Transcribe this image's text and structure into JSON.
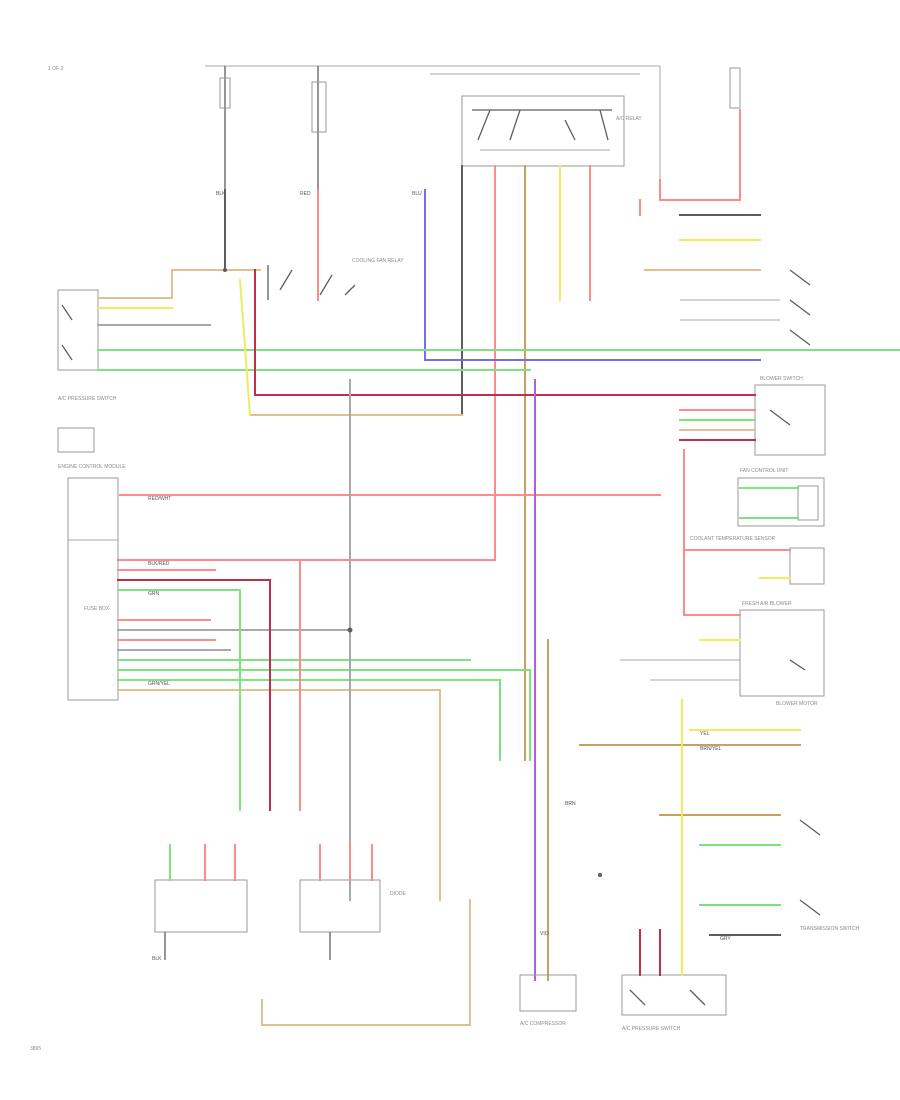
{
  "diagram": {
    "page_ref": "1 OF 2",
    "figure_code": "3895",
    "components": {
      "ac_pressure_switch": "A/C PRESSURE SWITCH",
      "ac_compressor": "A/C COMPRESSOR",
      "ac_relay": "A/C RELAY",
      "fuse_box": "FUSE BOX",
      "engine_control_module": "ENGINE CONTROL MODULE",
      "cooling_fan_relay": "COOLING FAN RELAY",
      "fan_control_unit": "FAN CONTROL UNIT",
      "fresh_air_blower": "FRESH AIR BLOWER",
      "blower_motor": "BLOWER MOTOR",
      "temperature_sensor": "COOLANT TEMPERATURE SENSOR",
      "transmission_switch": "TRANSMISSION SWITCH",
      "blower_switch": "BLOWER SWITCH",
      "diode": "DIODE"
    },
    "wire_codes": [
      "RED",
      "BLK",
      "GRN",
      "YEL",
      "BLU",
      "VIO",
      "BRN",
      "GRN/YEL",
      "RED/WHT",
      "BLK/RED",
      "BRN/YEL",
      "GRY"
    ],
    "colors": {
      "red": "#ff8a8a",
      "dark_red": "#c0304a",
      "green": "#7ee27e",
      "yellow": "#f0ec60",
      "blue": "#7070f0",
      "violet": "#b060d8",
      "brown": "#c8a060",
      "tan": "#e0c090",
      "gray": "#a8a8a8",
      "black": "#5e5e5e"
    }
  }
}
